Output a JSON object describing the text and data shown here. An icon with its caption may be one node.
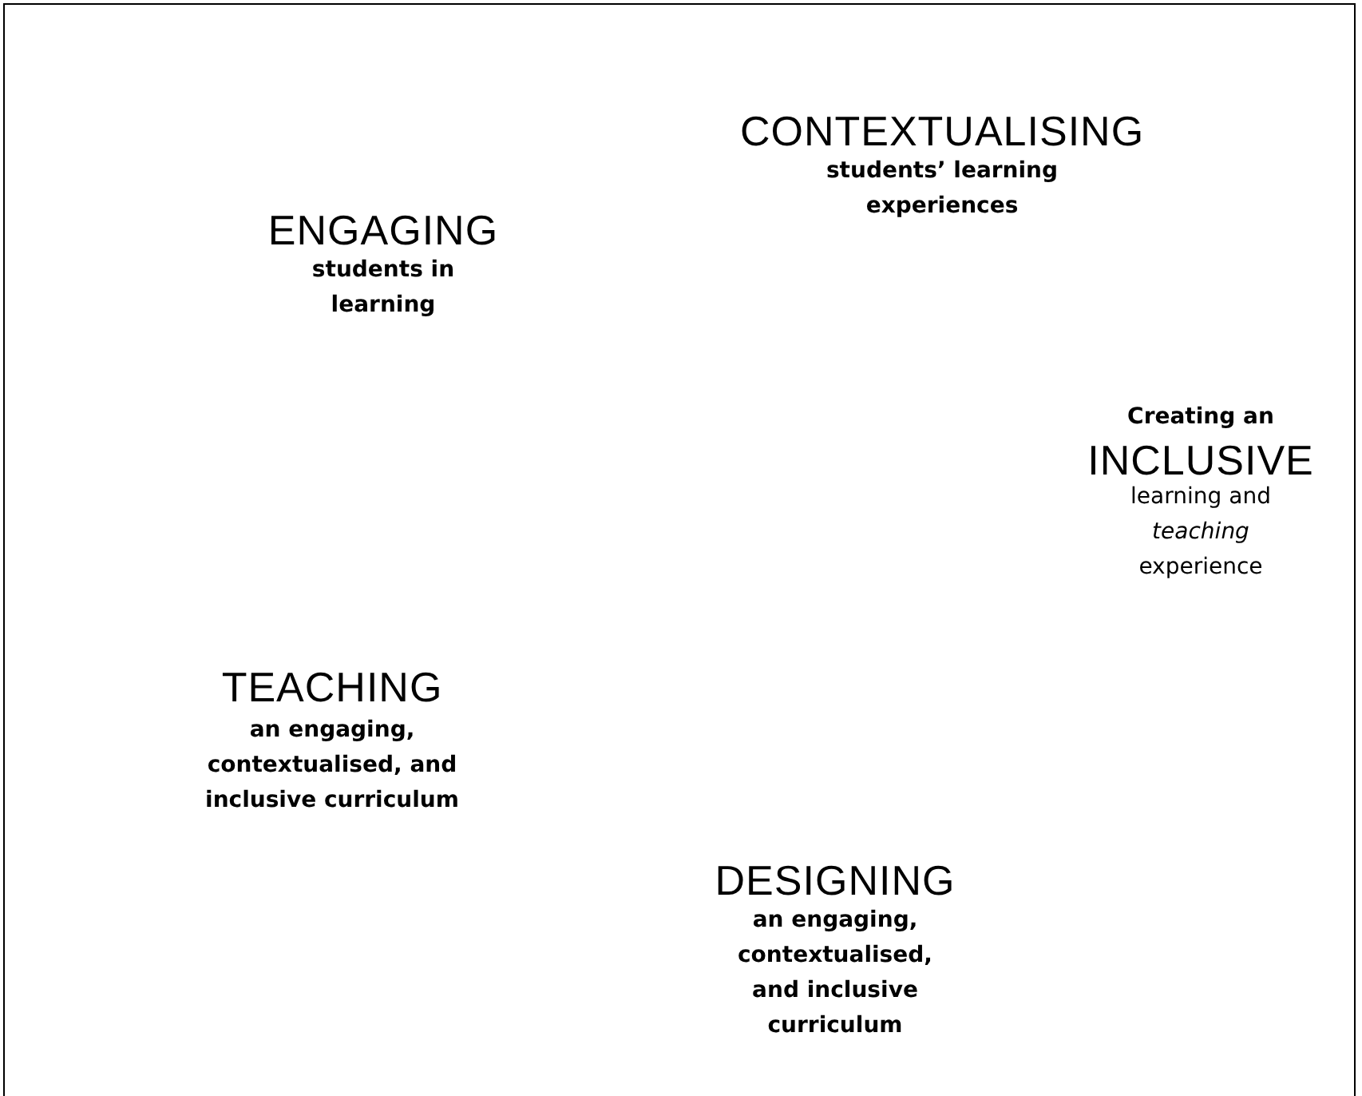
{
  "diagram": {
    "labels": [
      "CONTEXTUALISING",
      "students’ learning experiences",
      "ENGAGING",
      "students in learning",
      "Creating an",
      "INCLUSIVE",
      "learning and *teaching* experience",
      "TEACHING",
      "an engaging, contextualised, and inclusive curriculum",
      "DESIGNING",
      "an engaging, contextualised, and inclusive curriculum"
    ]
  }
}
